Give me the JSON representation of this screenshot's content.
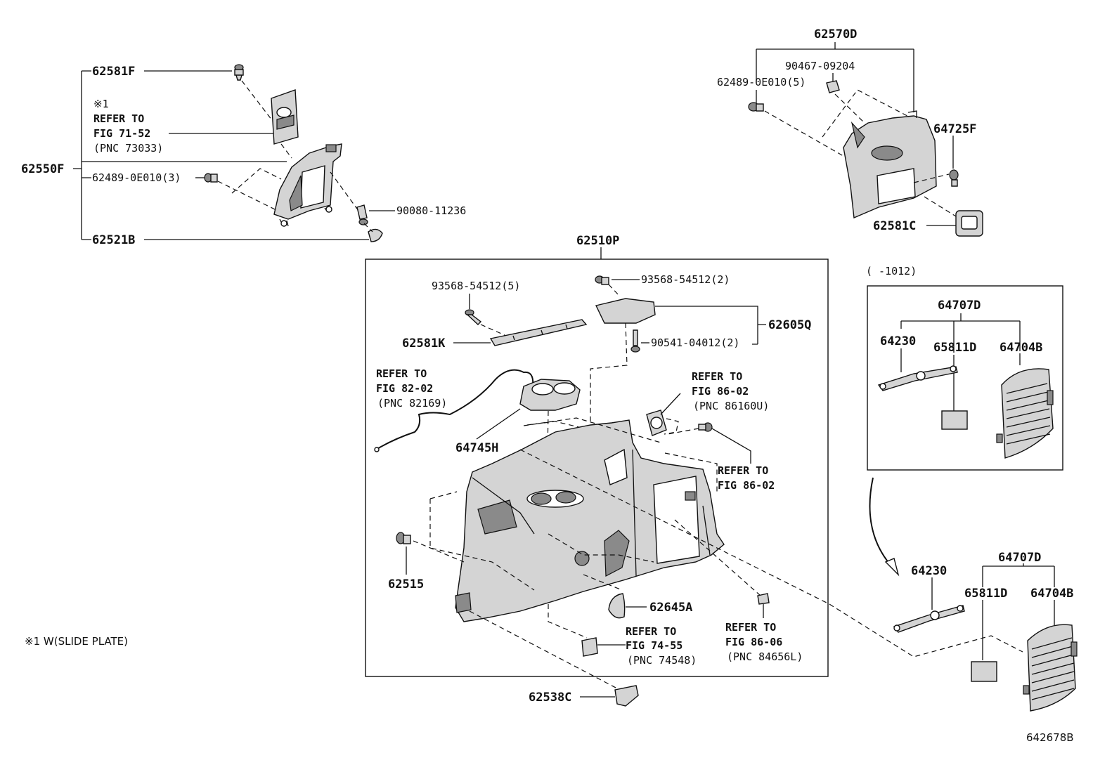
{
  "labels": {
    "l_62581F": "62581F",
    "l_note1_mark": "※1",
    "l_refer_to_1": "REFER TO",
    "l_fig_71_52": "FIG 71-52",
    "l_pnc_73033": "(PNC 73033)",
    "l_62550F": "62550F",
    "l_62489_3": "62489-0E010(3)",
    "l_90080": "90080-11236",
    "l_62521B": "62521B",
    "l_62570D": "62570D",
    "l_90467": "90467-09204",
    "l_62489_5": "62489-0E010(5)",
    "l_64725F": "64725F",
    "l_62581C": "62581C",
    "l_62510P": "62510P",
    "l_93568_5": "93568-54512(5)",
    "l_93568_2": "93568-54512(2)",
    "l_62581K": "62581K",
    "l_62605Q": "62605Q",
    "l_90541": "90541-04012(2)",
    "l_refer_82_a": "REFER TO",
    "l_refer_82_b": "FIG 82-02",
    "l_refer_82_c": "(PNC 82169)",
    "l_64745H": "64745H",
    "l_refer_86a_a": "REFER TO",
    "l_refer_86a_b": "FIG 86-02",
    "l_refer_86a_c": "(PNC 86160U)",
    "l_refer_86b_a": "REFER TO",
    "l_refer_86b_b": "FIG 86-02",
    "l_62515": "62515",
    "l_62645A": "62645A",
    "l_refer_74_a": "REFER TO",
    "l_refer_74_b": "FIG 74-55",
    "l_refer_74_c": "(PNC 74548)",
    "l_refer_8606_a": "REFER TO",
    "l_refer_8606_b": "FIG 86-06",
    "l_refer_8606_c": "(PNC 84656L)",
    "l_62538C": "62538C",
    "l_range": "(    -1012)",
    "l_64707D_a": "64707D",
    "l_64230_a": "64230",
    "l_65811D_a": "65811D",
    "l_64704B_a": "64704B",
    "l_64707D_b": "64707D",
    "l_64230_b": "64230",
    "l_65811D_b": "65811D",
    "l_64704B_b": "64704B",
    "l_footnote": "※1 W(SLIDE PLATE)",
    "l_diagram_id": "642678B"
  }
}
